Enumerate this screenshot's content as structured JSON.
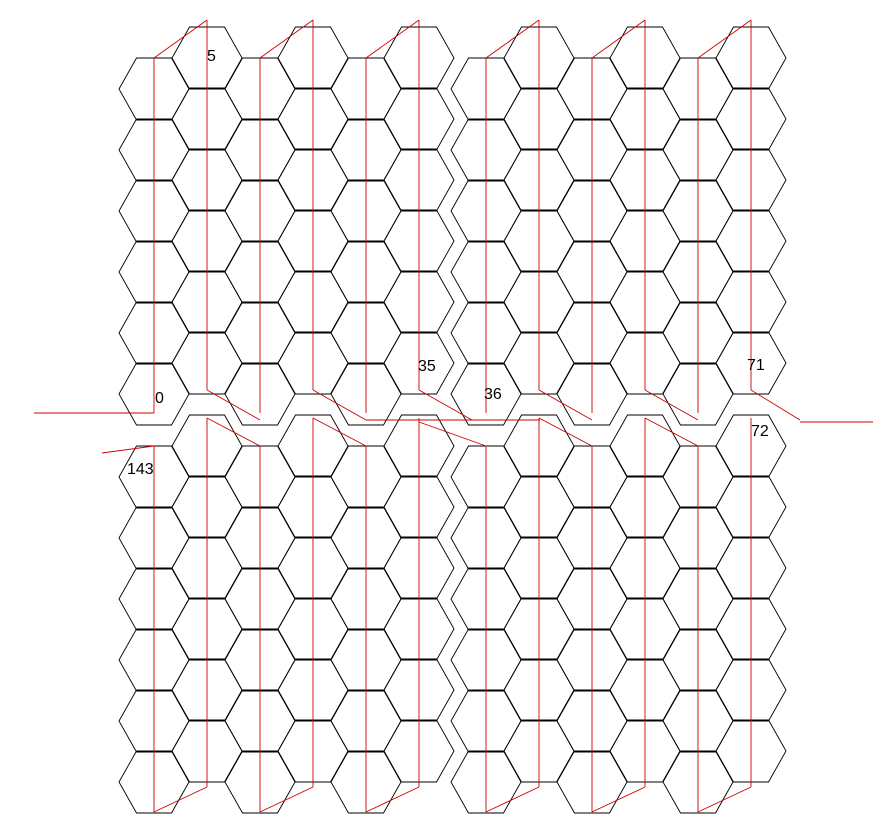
{
  "colors": {
    "background": "#ffffff",
    "cell_outline": "#000000",
    "path_line": "#cc0000",
    "label_text": "#000000"
  },
  "blocks": [
    {
      "id": "top-left",
      "columns": 6,
      "rows": 6,
      "tall_columns": "odd"
    },
    {
      "id": "top-right",
      "columns": 6,
      "rows": 6,
      "tall_columns": "odd"
    },
    {
      "id": "bottom-left",
      "columns": 6,
      "rows": 6,
      "tall_columns": "even"
    },
    {
      "id": "bottom-right",
      "columns": 6,
      "rows": 6,
      "tall_columns": "even"
    }
  ],
  "labels": {
    "index_0": "0",
    "index_5": "5",
    "index_35": "35",
    "index_36": "36",
    "index_71": "71",
    "index_72": "72",
    "index_143": "143"
  }
}
